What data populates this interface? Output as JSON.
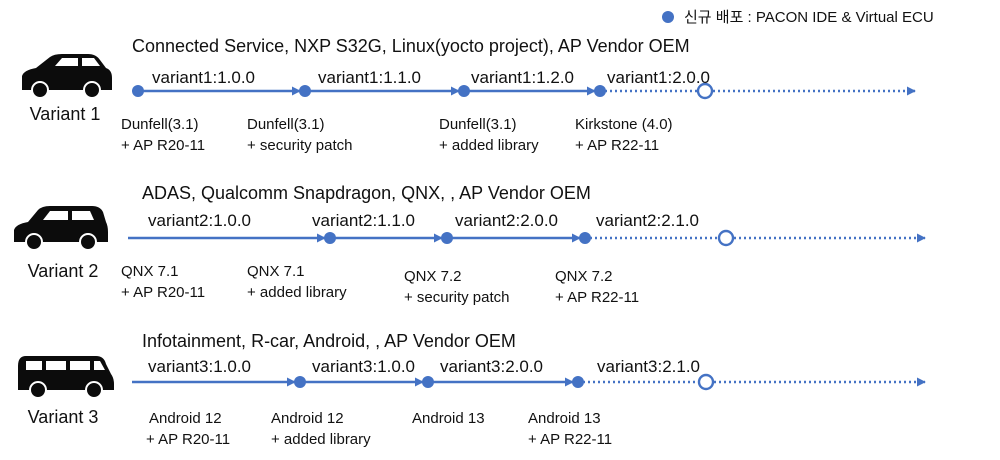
{
  "legend": {
    "label": "신규 배포 : PACON IDE & Virtual ECU",
    "color": "#4472c4"
  },
  "colors": {
    "line": "#4472c4",
    "node": "#4472c4",
    "open_node_fill": "#ffffff"
  },
  "rows": [
    {
      "variant_label": "Variant 1",
      "icon": "sedan-car-icon",
      "subtitle": "Connected Service, NXP S32G, Linux(yocto project), AP Vendor OEM",
      "releases": [
        {
          "name": "variant1:1.0.0",
          "note1": "Dunfell(3.1)",
          "note2": "+ AP R20-11"
        },
        {
          "name": "variant1:1.1.0",
          "note1": "Dunfell(3.1)",
          "note2": "+ security patch"
        },
        {
          "name": "variant1:1.2.0",
          "note1": "Dunfell(3.1)",
          "note2": "+ added library"
        },
        {
          "name": "variant1:2.0.0",
          "note1": "Kirkstone (4.0)",
          "note2": "+ AP R22-11"
        }
      ]
    },
    {
      "variant_label": "Variant 2",
      "icon": "suv-car-icon",
      "subtitle": "ADAS, Qualcomm Snapdragon, QNX, , AP Vendor OEM",
      "releases": [
        {
          "name": "variant2:1.0.0",
          "note1": "QNX 7.1",
          "note2": "+ AP R20-11"
        },
        {
          "name": "variant2:1.1.0",
          "note1": "QNX 7.1",
          "note2": "+ added library"
        },
        {
          "name": "variant2:2.0.0",
          "note1": "QNX 7.2",
          "note2": "+ security patch"
        },
        {
          "name": "variant2:2.1.0",
          "note1": "QNX 7.2",
          "note2": "+ AP R22-11"
        }
      ]
    },
    {
      "variant_label": "Variant 3",
      "icon": "van-car-icon",
      "subtitle": "Infotainment, R-car, Android, , AP Vendor OEM",
      "releases": [
        {
          "name": "variant3:1.0.0",
          "note1": "Android 12",
          "note2": "+ AP R20-11"
        },
        {
          "name": "variant3:1.0.0",
          "note1": "Android 12",
          "note2": "+ added library"
        },
        {
          "name": "variant3:2.0.0",
          "note1": "Android 13",
          "note2": ""
        },
        {
          "name": "variant3:2.1.0",
          "note1": "Android 13",
          "note2": "+ AP R22-11"
        }
      ]
    }
  ]
}
